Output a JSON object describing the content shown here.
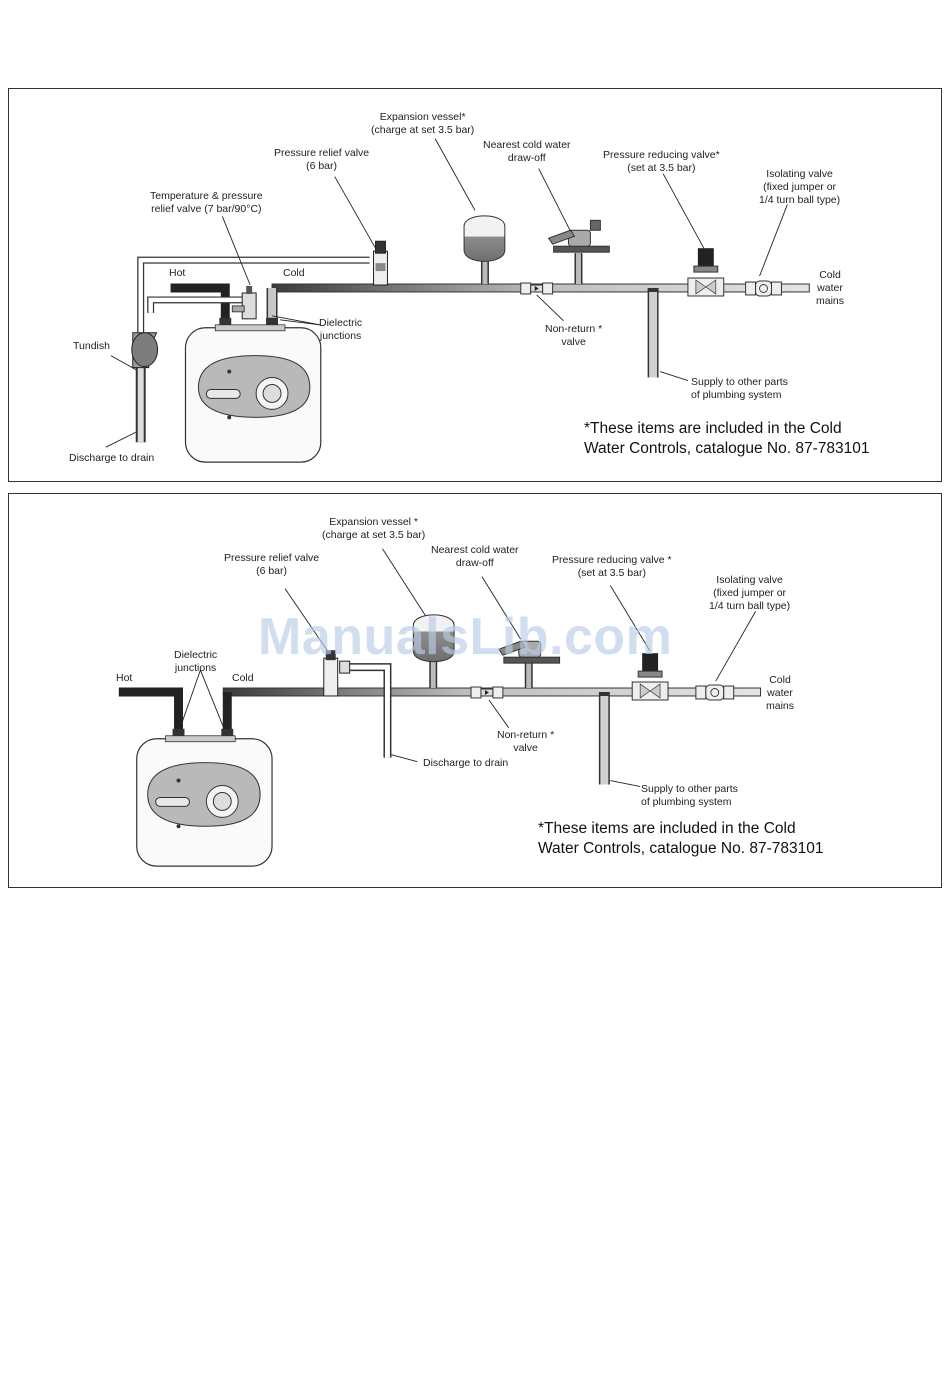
{
  "diagram1": {
    "labels": {
      "expansion_vessel": "Expansion vessel*",
      "expansion_charge": "(charge at set 3.5 bar)",
      "nearest_cold_1": "Nearest cold water",
      "nearest_cold_2": "draw-off",
      "pressure_reducing": "Pressure reducing valve*",
      "pressure_reducing_set": "(set at 3.5 bar)",
      "isolating_1": "Isolating valve",
      "isolating_2": "(fixed jumper or",
      "isolating_3": "1/4 turn ball type)",
      "pressure_relief_1": "Pressure relief valve",
      "pressure_relief_2": "(6 bar)",
      "temp_pressure_1": "Temperature & pressure",
      "temp_pressure_2": "relief valve (7 bar/90°C)",
      "hot": "Hot",
      "cold": "Cold",
      "cold_mains_1": "Cold",
      "cold_mains_2": "water",
      "cold_mains_3": "mains",
      "dielectric_1": "Dielectric",
      "dielectric_2": "junctions",
      "tundish": "Tundish",
      "non_return_1": "Non-return *",
      "non_return_2": "valve",
      "supply_1": "Supply to other parts",
      "supply_2": "of plumbing system",
      "discharge": "Discharge to drain"
    },
    "note_1": "*These items are included in the Cold",
    "note_2": "Water Controls, catalogue No. 87-783101"
  },
  "diagram2": {
    "labels": {
      "expansion_vessel": "Expansion vessel *",
      "expansion_charge": "(charge at set 3.5 bar)",
      "nearest_cold_1": "Nearest cold water",
      "nearest_cold_2": "draw-off",
      "pressure_relief_1": "Pressure relief valve",
      "pressure_relief_2": "(6 bar)",
      "pressure_reducing": "Pressure reducing valve *",
      "pressure_reducing_set": "(set at 3.5 bar)",
      "isolating_1": "Isolating valve",
      "isolating_2": "(fixed jumper or",
      "isolating_3": "1/4 turn ball type)",
      "dielectric_1": "Dielectric",
      "dielectric_2": "junctions",
      "hot": "Hot",
      "cold": "Cold",
      "cold_mains_1": "Cold",
      "cold_mains_2": "water",
      "cold_mains_3": "mains",
      "non_return_1": "Non-return *",
      "non_return_2": "valve",
      "discharge": "Discharge to drain",
      "supply_1": "Supply to other parts",
      "supply_2": "of plumbing system"
    },
    "note_1": "*These items are included in the Cold",
    "note_2": "Water Controls, catalogue No. 87-783101"
  },
  "watermark": "ManualsLib.com",
  "icons": [
    "water-heater-icon",
    "expansion-vessel-icon",
    "tap-icon",
    "pressure-reducing-valve-icon",
    "isolating-valve-icon",
    "non-return-valve-icon",
    "relief-valve-icon",
    "tundish-icon"
  ]
}
